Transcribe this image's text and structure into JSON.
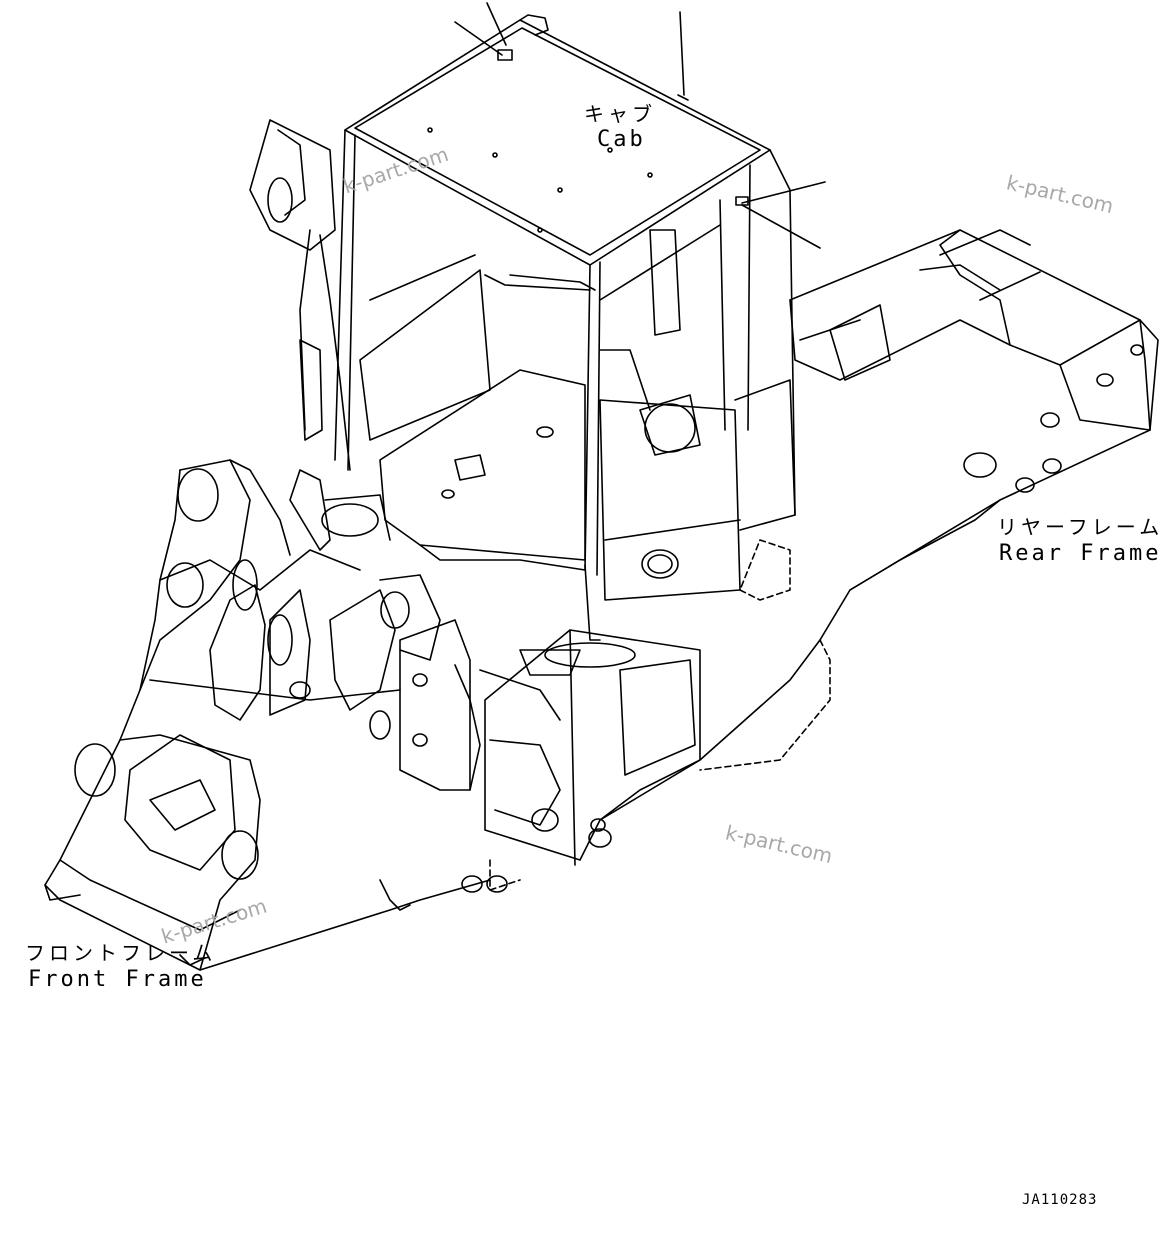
{
  "labels": {
    "cab": {
      "jp": "キャブ",
      "en": "Cab"
    },
    "rear_frame": {
      "jp": "リヤーフレーム",
      "en": "Rear Frame"
    },
    "front_frame": {
      "jp": "フロントフレーム",
      "en": "Front Frame"
    }
  },
  "drawing_code": "JA110283",
  "watermark": "k-part.com",
  "colors": {
    "line": "#000000",
    "watermark": "#a8a8a8",
    "background": "#ffffff"
  }
}
